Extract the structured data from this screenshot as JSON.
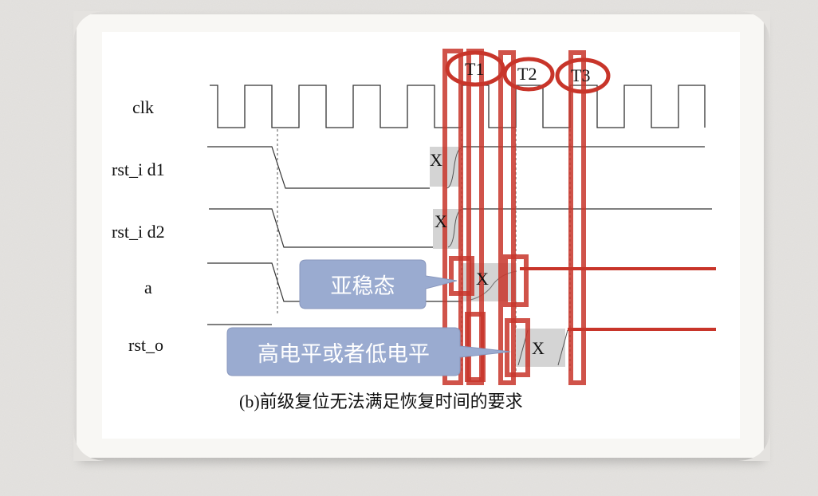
{
  "signals": {
    "clk": "clk",
    "rst_i_d1": "rst_i d1",
    "rst_i_d2": "rst_i d2",
    "a": "a",
    "rst_o": "rst_o"
  },
  "periods": [
    "T1",
    "T2",
    "T3"
  ],
  "x_mark": "X",
  "caption": "(b)前级复位无法满足恢复时间的要求",
  "callouts": {
    "metastable": "亚稳态",
    "high_or_low": "高电平或者低电平"
  },
  "colors": {
    "highlight_red": "#c8352a",
    "callout_blue": "#9aabd0",
    "uncertain_gray": "#d4d4d4",
    "waveform": "#333333"
  }
}
